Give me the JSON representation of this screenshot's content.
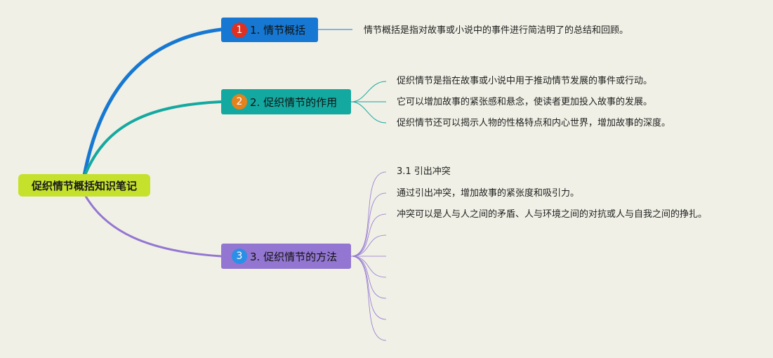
{
  "root": {
    "label": "促织情节概括知识笔记"
  },
  "branches": [
    {
      "badge": "1",
      "label": "1. 情节概括",
      "color": "#1678d2",
      "leaves": [
        "情节概括是指对故事或小说中的事件进行简洁明了的总结和回顾。"
      ]
    },
    {
      "badge": "2",
      "label": "2. 促织情节的作用",
      "color": "#14a9a0",
      "leaves": [
        "促织情节是指在故事或小说中用于推动情节发展的事件或行动。",
        "它可以增加故事的紧张感和悬念，使读者更加投入故事的发展。",
        "促织情节还可以揭示人物的性格特点和内心世界，增加故事的深度。"
      ]
    },
    {
      "badge": "3",
      "label": "3. 促织情节的方法",
      "color": "#9376d1",
      "leaves": [
        "3.1 引出冲突",
        "通过引出冲突，增加故事的紧张度和吸引力。",
        "冲突可以是人与人之间的矛盾、人与环境之间的对抗或人与自我之间的挣扎。"
      ]
    }
  ]
}
